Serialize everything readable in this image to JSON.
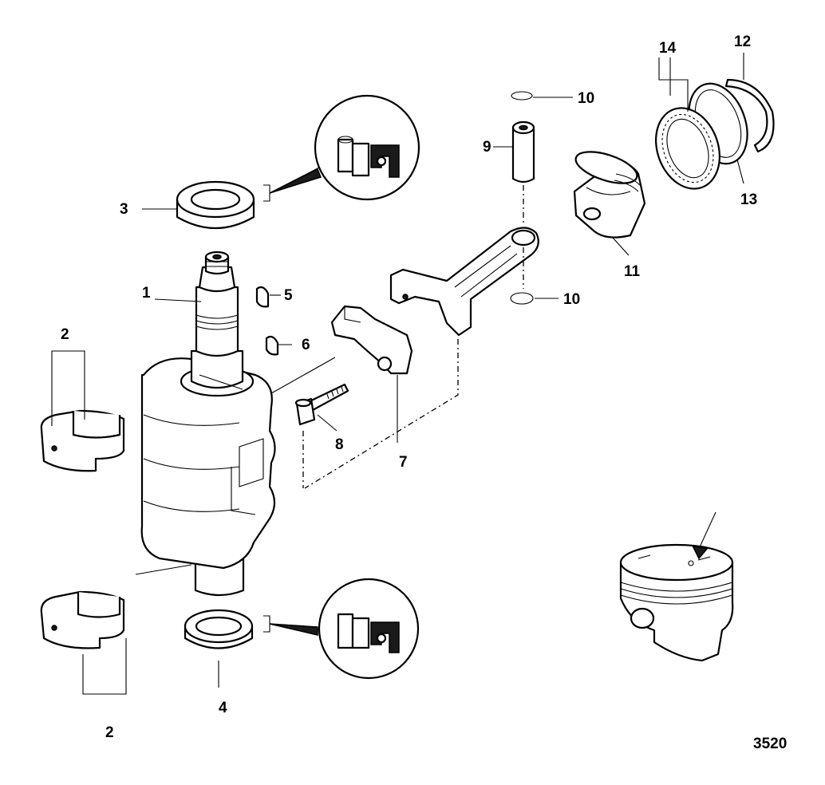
{
  "callouts": {
    "c1": "1",
    "c2a": "2",
    "c2b": "2",
    "c3": "3",
    "c4": "4",
    "c5": "5",
    "c6": "6",
    "c7": "7",
    "c8": "8",
    "c9": "9",
    "c10a": "10",
    "c10b": "10",
    "c11": "11",
    "c12": "12",
    "c13": "13",
    "c14": "14"
  },
  "figure_number": "3520"
}
